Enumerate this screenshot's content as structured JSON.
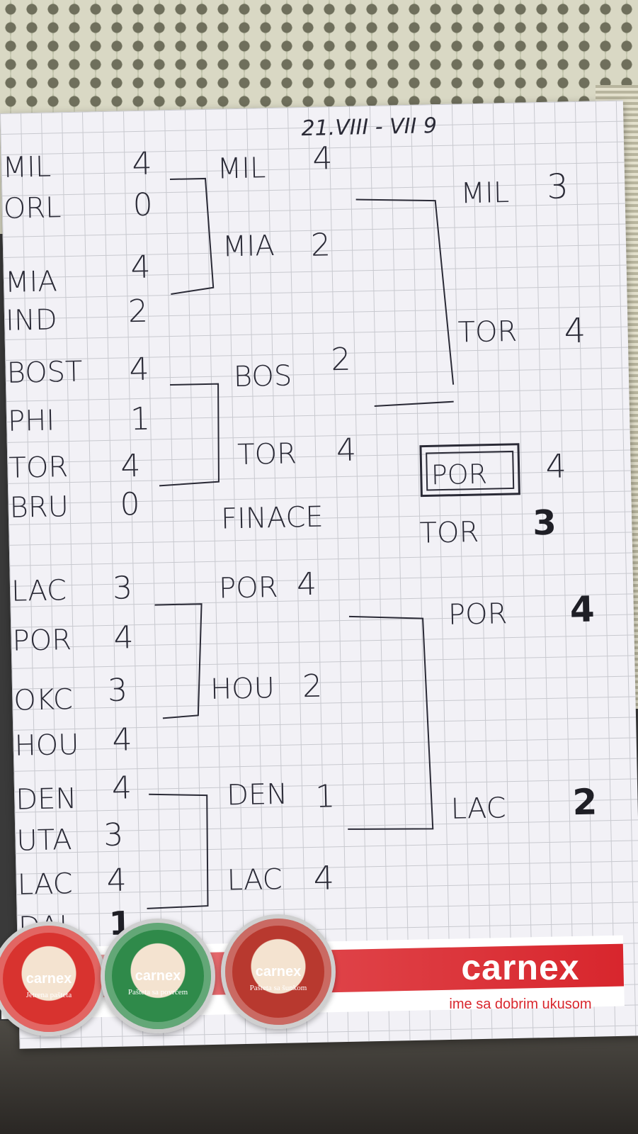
{
  "header": {
    "date": "21.VIII - VII 9"
  },
  "round1": [
    {
      "team": "MIL",
      "score": "4"
    },
    {
      "team": "ORL",
      "score": "0"
    },
    {
      "team": "MIA",
      "score": "4"
    },
    {
      "team": "IND",
      "score": "2"
    },
    {
      "team": "BOST",
      "score": "4"
    },
    {
      "team": "PHI",
      "score": "1"
    },
    {
      "team": "TOR",
      "score": "4"
    },
    {
      "team": "BRU",
      "score": "0"
    },
    {
      "team": "LAC",
      "score": "3"
    },
    {
      "team": "POR",
      "score": "4"
    },
    {
      "team": "OKC",
      "score": "3"
    },
    {
      "team": "HOU",
      "score": "4"
    },
    {
      "team": "DEN",
      "score": "4"
    },
    {
      "team": "UTA",
      "score": "3"
    },
    {
      "team": "LAC",
      "score": "4"
    },
    {
      "team": "DAL",
      "score": "1"
    }
  ],
  "round2": [
    {
      "team": "MIL",
      "score": "4"
    },
    {
      "team": "MIA",
      "score": "2"
    },
    {
      "team": "BOS",
      "score": "2"
    },
    {
      "team": "TOR",
      "score": "4"
    },
    {
      "team": "POR",
      "score": "4"
    },
    {
      "team": "HOU",
      "score": "2"
    },
    {
      "team": "DEN",
      "score": "1"
    },
    {
      "team": "LAC",
      "score": "4"
    }
  ],
  "round3": [
    {
      "team": "MIL",
      "score": "3"
    },
    {
      "team": "TOR",
      "score": "4"
    },
    {
      "team": "POR",
      "score": "4"
    },
    {
      "team": "LAC",
      "score": "2"
    }
  ],
  "finals": {
    "label": "FINACE",
    "winner": {
      "team": "POR",
      "score": "4"
    },
    "runner_up": {
      "team": "TOR",
      "score": "3"
    }
  },
  "ad": {
    "brand": "carnex",
    "slogan": "ime sa dobrim ukusom",
    "tins": [
      {
        "brand": "carnex",
        "label": "Jetrena pašteta",
        "color": "#d8332f"
      },
      {
        "brand": "carnex",
        "label": "Pašteta sa povrćem",
        "color": "#2f8a4a"
      },
      {
        "brand": "carnex",
        "label": "Pašteta sa šunkom",
        "color": "#b8392f"
      }
    ]
  },
  "colors": {
    "ink": "#2a2a36",
    "paper": "#f2f1f6",
    "brand_red": "#d8262d"
  }
}
